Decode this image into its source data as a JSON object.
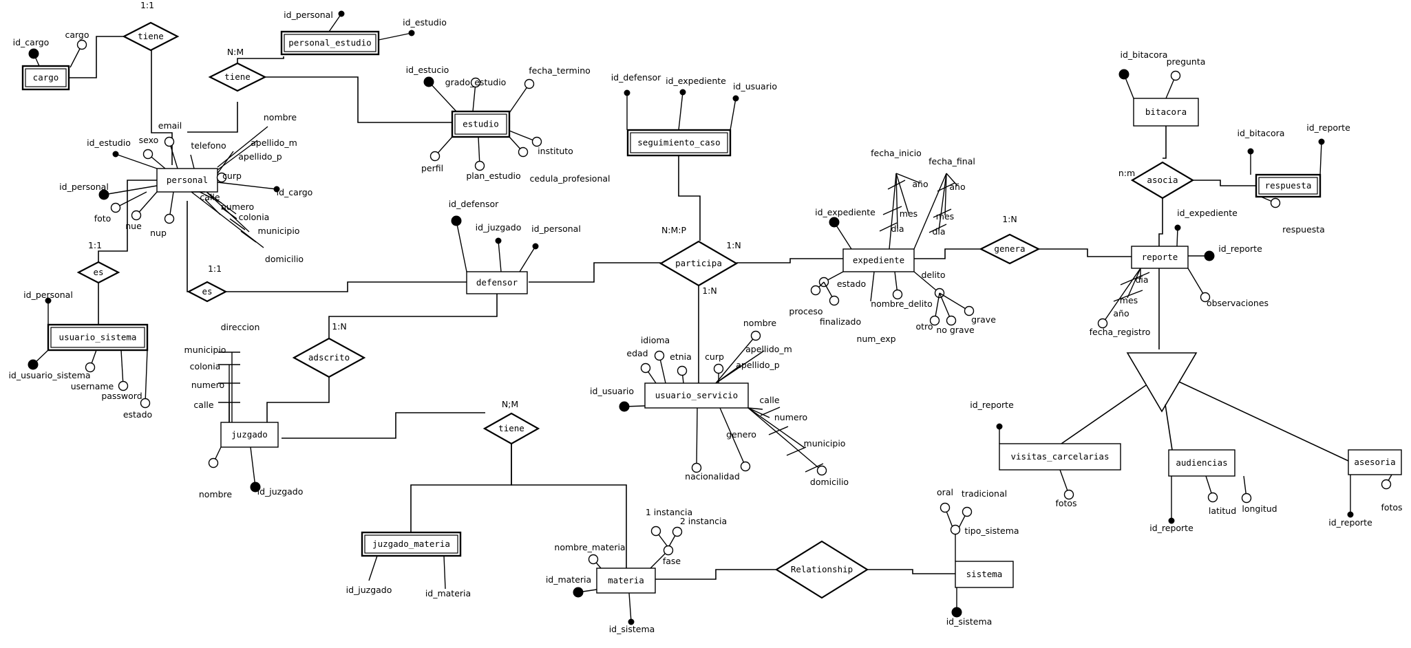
{
  "entities": {
    "cargo": "cargo",
    "personal_estudio": "personal_estudio",
    "personal": "personal",
    "estudio": "estudio",
    "seguimiento_caso": "seguimiento_caso",
    "usuario_sistema": "usuario_sistema",
    "defensor": "defensor",
    "expediente": "expediente",
    "bitacora": "bitacora",
    "respuesta": "respuesta",
    "reporte": "reporte",
    "juzgado": "juzgado",
    "usuario_servicio": "usuario_servicio",
    "visitas_carcelarias": "visitas_carcelarias",
    "audiencias": "audiencias",
    "asesoria": "asesoria",
    "juzgado_materia": "juzgado_materia",
    "materia": "materia",
    "sistema": "sistema"
  },
  "relationships": {
    "tiene_cargo": "tiene",
    "tiene_estudio": "tiene",
    "es_usuario": "es",
    "es_defensor": "es",
    "participa": "participa",
    "genera": "genera",
    "asocia": "asocia",
    "adscrito": "adscrito",
    "tiene_materia": "tiene",
    "relationship": "Relationship"
  },
  "cardinalities": {
    "tiene_cargo": "1:1",
    "tiene_estudio": "N:M",
    "es_usuario": "1:1",
    "es_defensor": "1:1",
    "participa_nmp": "N:M:P",
    "participa_right": "1:N",
    "participa_bottom": "1:N",
    "genera": "1:N",
    "asocia": "n:m",
    "adscrito": "1:N",
    "tiene_materia": "N;M"
  },
  "attributes": {
    "id_cargo": "id_cargo",
    "cargo": "cargo",
    "pe_id_personal": "id_personal",
    "pe_id_estudio": "id_estudio",
    "nombre": "nombre",
    "apellido_m": "apellido_m",
    "apellido_p": "apellido_p",
    "email": "email",
    "sexo": "sexo",
    "telefono": "telefono",
    "p_id_estudio": "id_estudio",
    "curp": "curp",
    "p_id_cargo": "id_cargo",
    "p_id_personal": "id_personal",
    "foto": "foto",
    "nue": "nue",
    "nup": "nup",
    "calle": "calle",
    "numero": "numero",
    "colonia": "colonia",
    "municipio": "municipio",
    "domicilio": "domicilio",
    "id_estucio": "id_estucio",
    "grado_estudio": "grado_estudio",
    "fecha_termino": "fecha_termino",
    "perfil": "perfil",
    "plan_estudio": "plan_estudio",
    "instituto": "instituto",
    "cedula_profesional": "cedula_profesional",
    "sc_id_defensor": "id_defensor",
    "sc_id_expediente": "id_expediente",
    "sc_id_usuario": "id_usuario",
    "us_id_personal": "id_personal",
    "id_usuario_sistema": "id_usuario_sistema",
    "username": "username",
    "password": "password",
    "estado_us": "estado",
    "d_id_defensor": "id_defensor",
    "d_id_juzgado": "id_juzgado",
    "d_id_personal": "id_personal",
    "fecha_inicio": "fecha_inicio",
    "fecha_final": "fecha_final",
    "fi_anio": "año",
    "fi_mes": "mes",
    "fi_dia": "dia",
    "ff_anio": "año",
    "ff_mes": "mes",
    "ff_dia": "dia",
    "e_id_expediente": "id_expediente",
    "e_estado": "estado",
    "proceso": "proceso",
    "finalizado": "finalizado",
    "num_exp": "num_exp",
    "nombre_delito": "nombre_delito",
    "delito": "delito",
    "otro": "otro",
    "no_grave": "no grave",
    "grave": "grave",
    "id_bitacora": "id_bitacora",
    "pregunta": "pregunta",
    "r_id_bitacora": "id_bitacora",
    "r_id_reporte": "id_reporte",
    "respuesta_attr": "respuesta",
    "rep_id_expediente": "id_expediente",
    "rep_id_reporte": "id_reporte",
    "rep_dia": "dia",
    "rep_mes": "mes",
    "rep_anio": "año",
    "fecha_registro": "fecha_registro",
    "observaciones": "observaciones",
    "direccion": "direccion",
    "j_municipio": "municipio",
    "j_colonia": "colonia",
    "j_numero": "numero",
    "j_calle": "calle",
    "j_nombre": "nombre",
    "id_juzgado": "id_juzgado",
    "idioma": "idioma",
    "edad": "edad",
    "etnia": "etnia",
    "u_curp": "curp",
    "u_nombre": "nombre",
    "u_apellido_m": "apellido_m",
    "u_apellido_p": "apellido_p",
    "u_id_usuario": "id_usuario",
    "u_calle": "calle",
    "u_numero": "numero",
    "u_municipio": "municipio",
    "u_domicilio": "domicilio",
    "genero": "genero",
    "nacionalidad": "nacionalidad",
    "vc_id_reporte": "id_reporte",
    "vc_fotos": "fotos",
    "a_id_reporte": "id_reporte",
    "latitud": "latitud",
    "longitud": "longitud",
    "as_id_reporte": "id_reporte",
    "as_fotos": "fotos",
    "jm_id_juzgado": "id_juzgado",
    "jm_id_materia": "id_materia",
    "nombre_materia": "nombre_materia",
    "instancia1": "1 instancia",
    "instancia2": "2 instancia",
    "fase": "fase",
    "m_id_materia": "id_materia",
    "m_id_sistema": "id_sistema",
    "oral": "oral",
    "tradicional": "tradicional",
    "tipo_sistema": "tipo_sistema",
    "s_id_sistema": "id_sistema"
  }
}
